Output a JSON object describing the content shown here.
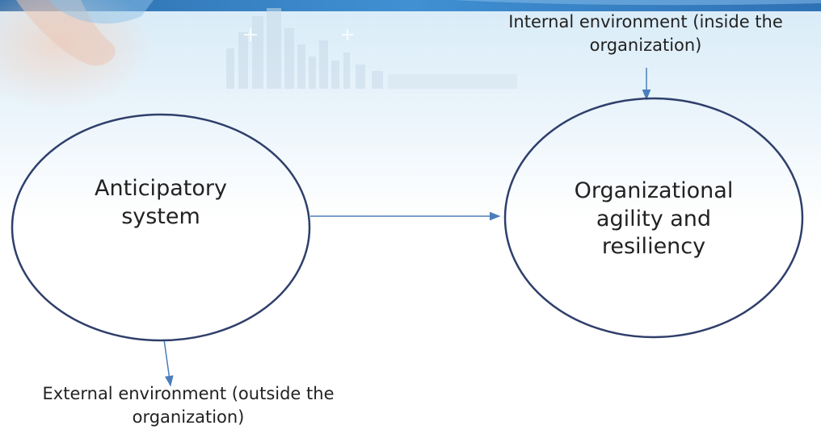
{
  "diagram": {
    "nodes": {
      "anticipatory": {
        "line1": "Anticipatory",
        "line2": "system"
      },
      "agility": {
        "line1": "Organizational",
        "line2": "agility and",
        "line3": "resiliency"
      }
    },
    "environments": {
      "internal": {
        "line1": "Internal environment (inside the",
        "line2": "organization)"
      },
      "external": {
        "line1": "External environment (outside the",
        "line2": "organization)"
      }
    }
  },
  "colors": {
    "ellipse_stroke": "#2F3F6B",
    "arrow": "#4A7EBB",
    "text": "#222222",
    "banner_blue": "#1E6FB5"
  }
}
